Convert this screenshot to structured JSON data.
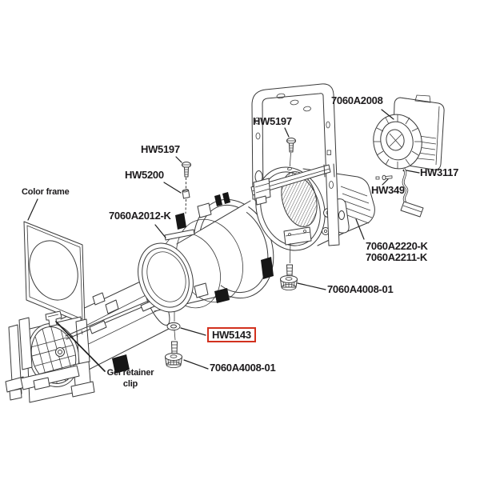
{
  "diagram": {
    "type": "exploded-parts-diagram",
    "subject": "ellipsoidal-spotlight-parts",
    "background_color": "#ffffff",
    "line_color": "#3a3a3a",
    "text_color": "#1c1a1c",
    "highlight_color": "#d2311e",
    "highlighted_label": "HW5143",
    "labels": {
      "hw5197_left": "HW5197",
      "hw5200": "HW5200",
      "color_frame": "Color frame",
      "lens_tube": "7060A2012-K",
      "hw5197_right": "HW5197",
      "rear_cap": "7060A2008",
      "hw3117": "HW3117",
      "hw349": "HW349",
      "body_kit_1": "7060A2220-K",
      "body_kit_2": "7060A2211-K",
      "knob_upper": "7060A4008-01",
      "hw5143": "HW5143",
      "knob_lower": "7060A4008-01",
      "gel_clip_1": "Gel retainer",
      "gel_clip_2": "clip"
    },
    "part_shapes": [
      "color-frame",
      "front-barrel-assembly",
      "gel-retainer-clip",
      "lens-tube",
      "screw",
      "spacer",
      "washer",
      "thumb-knob",
      "body-assembly",
      "yoke",
      "rear-cap-assembly",
      "power-cable"
    ]
  }
}
